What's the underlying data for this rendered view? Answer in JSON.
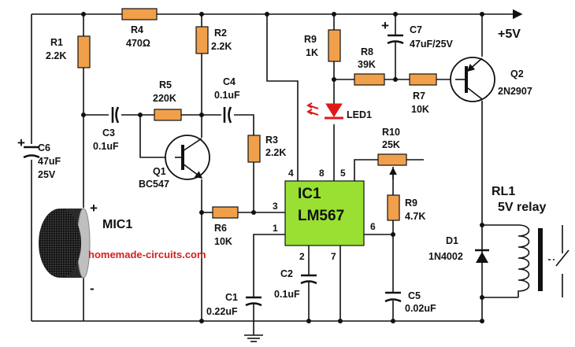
{
  "supply": "+5V",
  "ic": {
    "ref": "IC1",
    "part": "LM567",
    "pins": [
      "4",
      "8",
      "5",
      "3",
      "1",
      "6",
      "2",
      "7"
    ]
  },
  "resistors": [
    {
      "ref": "R1",
      "value": "2.2K"
    },
    {
      "ref": "R4",
      "value": "470Ω"
    },
    {
      "ref": "R2",
      "value": "2.2K"
    },
    {
      "ref": "R9",
      "value": "1K"
    },
    {
      "ref": "R8",
      "value": "39K"
    },
    {
      "ref": "R5",
      "value": "220K"
    },
    {
      "ref": "R7",
      "value": "10K"
    },
    {
      "ref": "R3",
      "value": "2.2K"
    },
    {
      "ref": "R10",
      "value": "25K"
    },
    {
      "ref": "R6",
      "value": "10K"
    },
    {
      "ref": "R9",
      "value": "4.7K"
    }
  ],
  "capacitors": [
    {
      "ref": "C7",
      "value": "47uF/25V"
    },
    {
      "ref": "C4",
      "value": "0.1uF"
    },
    {
      "ref": "C3",
      "value": "0.1uF"
    },
    {
      "ref": "C6",
      "value": "47uF",
      "rating": "25V"
    },
    {
      "ref": "C1",
      "value": "0.22uF"
    },
    {
      "ref": "C2",
      "value": "0.1uF"
    },
    {
      "ref": "C5",
      "value": "0.02uF"
    }
  ],
  "transistors": [
    {
      "ref": "Q1",
      "part": "BC547"
    },
    {
      "ref": "Q2",
      "part": "2N2907"
    }
  ],
  "led": {
    "ref": "LED1"
  },
  "diode": {
    "ref": "D1",
    "part": "1N4002"
  },
  "relay": {
    "ref": "RL1",
    "desc": "5V relay"
  },
  "mic": {
    "ref": "MIC1",
    "plus": "+",
    "minus": "-"
  },
  "electrolytic_mark": "+",
  "website": "homemade-circuits.com",
  "colors": {
    "resistor": "#f0a04a",
    "ic": "#99e033",
    "led": "#e01818",
    "site": "#d12020"
  }
}
